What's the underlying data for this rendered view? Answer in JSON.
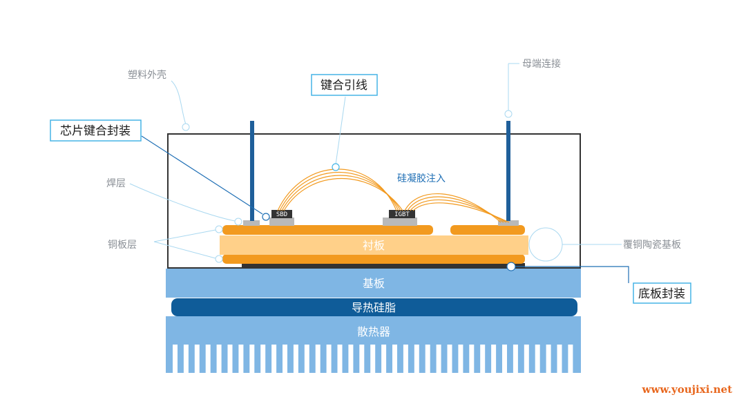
{
  "labels": {
    "plastic_shell": "塑料外壳",
    "bond_wire": "键合引线",
    "chip_bond_package": "芯片键合封装",
    "busbar_connection": "母端连接",
    "solder_layer": "焊层",
    "silicone_gel": "硅凝胶注入",
    "copper_layer": "铜板层",
    "substrate": "衬板",
    "dbc_substrate": "覆铜陶瓷基板",
    "baseplate": "基板",
    "baseplate_package": "底板封装",
    "thermal_grease": "导热硅脂",
    "heatsink": "散热器"
  },
  "chips": {
    "sbd": "SBD",
    "igbt": "IGBT"
  },
  "watermark": "www.youjixi.net",
  "colors": {
    "outline": "#333333",
    "terminal": "#1f5f9a",
    "copper": "#f29a1f",
    "substrate": "#ffd089",
    "baseplate": "#7fb6e4",
    "grease": "#0f5c99",
    "heatsink": "#7fb6e4",
    "leader": "#a9d8f0",
    "boxed_border": "#45b4e6"
  }
}
